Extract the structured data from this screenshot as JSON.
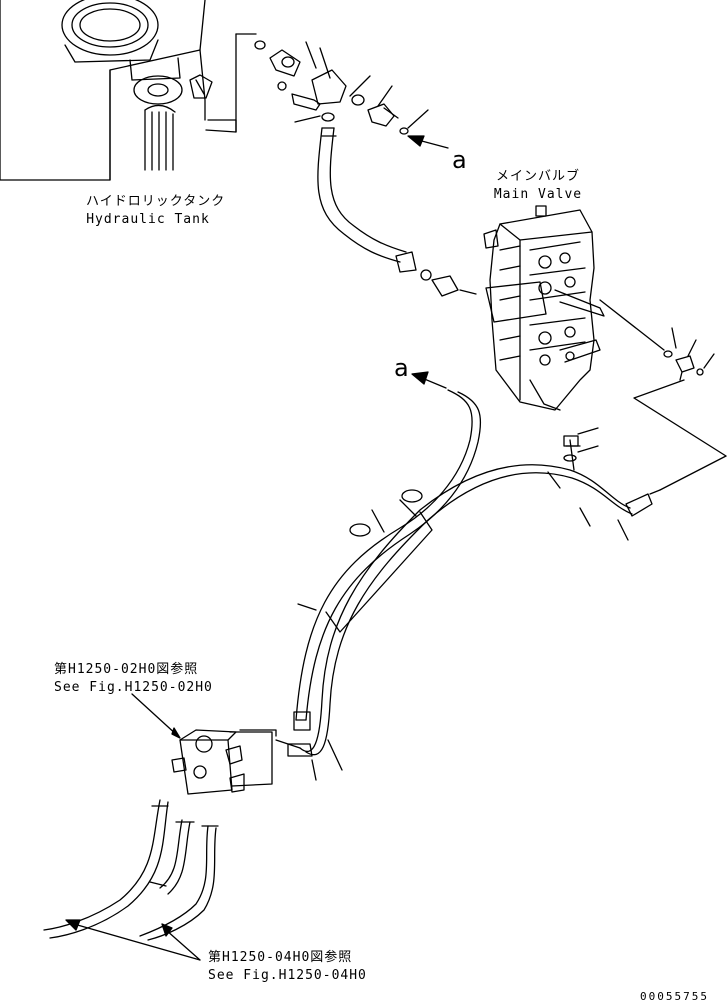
{
  "labels": {
    "hydraulic_tank_jp": "ハイドロリックタンク",
    "hydraulic_tank_en": "Hydraulic Tank",
    "main_valve_jp": "メインバルブ",
    "main_valve_en": "Main Valve",
    "ref_top_jp": "第H1250-02H0図参照",
    "ref_top_en": "See Fig.H1250-02H0",
    "ref_bottom_jp": "第H1250-04H0図参照",
    "ref_bottom_en": "See Fig.H1250-04H0",
    "connection_a_top": "a",
    "connection_a_mid": "a",
    "doc_number": "00055755"
  }
}
